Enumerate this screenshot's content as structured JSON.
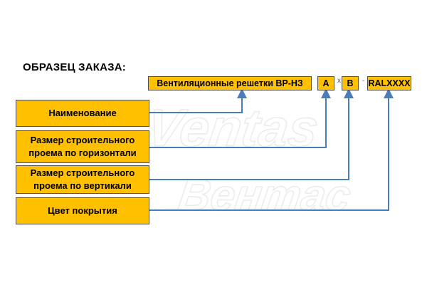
{
  "title": "ОБРАЗЕЦ ЗАКАЗА:",
  "watermark": {
    "line1": "Ventas",
    "line2": "Вентас"
  },
  "order_code": {
    "product": "Вентиляционные решетки ВР-НЗ",
    "dim_a": "A",
    "sep_x": "x",
    "dim_b": "B",
    "sep_dash": "-",
    "color": "RALXXXX"
  },
  "fields": {
    "name": "Наименование",
    "horizontal_line1": "Размер строительного",
    "horizontal_line2": "проема по горизонтали",
    "vertical_line1": "Размер строительного",
    "vertical_line2": "проема по вертикали",
    "coating": "Цвет покрытия"
  },
  "colors": {
    "box_fill": "#FFC000",
    "connector": "#4A7EBB"
  }
}
